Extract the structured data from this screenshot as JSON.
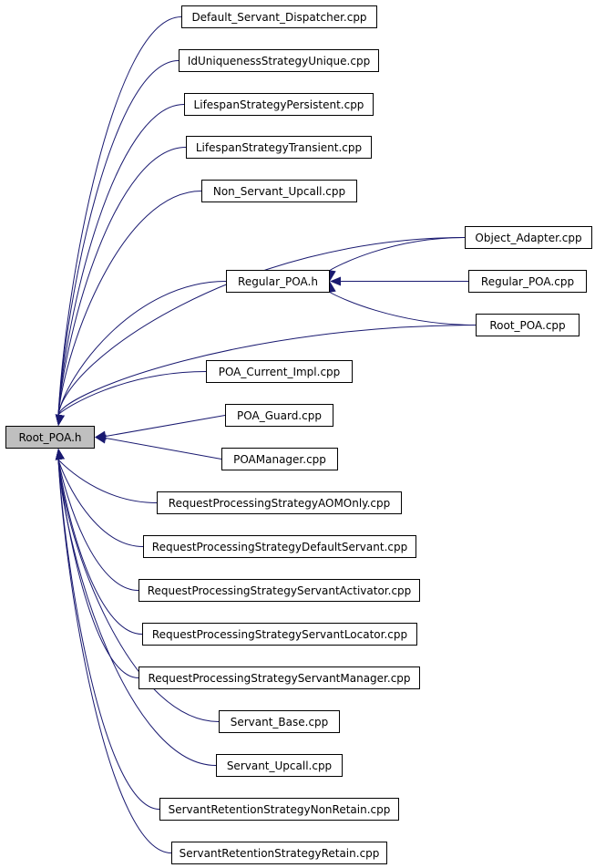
{
  "diagram": {
    "title": "",
    "edge_color": "#191970",
    "root_fill": "#bfbfbf",
    "nodes": [
      {
        "id": "root_poa_h",
        "label": "Root_POA.h",
        "highlight": true
      },
      {
        "id": "default_servant_dispatcher",
        "label": "Default_Servant_Dispatcher.cpp"
      },
      {
        "id": "id_uniqueness_unique",
        "label": "IdUniquenessStrategyUnique.cpp"
      },
      {
        "id": "lifespan_persistent",
        "label": "LifespanStrategyPersistent.cpp"
      },
      {
        "id": "lifespan_transient",
        "label": "LifespanStrategyTransient.cpp"
      },
      {
        "id": "non_servant_upcall",
        "label": "Non_Servant_Upcall.cpp"
      },
      {
        "id": "object_adapter",
        "label": "Object_Adapter.cpp"
      },
      {
        "id": "regular_poa_h",
        "label": "Regular_POA.h"
      },
      {
        "id": "regular_poa_cpp",
        "label": "Regular_POA.cpp"
      },
      {
        "id": "root_poa_cpp",
        "label": "Root_POA.cpp"
      },
      {
        "id": "poa_current_impl",
        "label": "POA_Current_Impl.cpp"
      },
      {
        "id": "poa_guard",
        "label": "POA_Guard.cpp"
      },
      {
        "id": "poamanager",
        "label": "POAManager.cpp"
      },
      {
        "id": "rps_aom_only",
        "label": "RequestProcessingStrategyAOMOnly.cpp"
      },
      {
        "id": "rps_default_servant",
        "label": "RequestProcessingStrategyDefaultServant.cpp"
      },
      {
        "id": "rps_servant_activator",
        "label": "RequestProcessingStrategyServantActivator.cpp"
      },
      {
        "id": "rps_servant_locator",
        "label": "RequestProcessingStrategyServantLocator.cpp"
      },
      {
        "id": "rps_servant_manager",
        "label": "RequestProcessingStrategyServantManager.cpp"
      },
      {
        "id": "servant_base",
        "label": "Servant_Base.cpp"
      },
      {
        "id": "servant_upcall",
        "label": "Servant_Upcall.cpp"
      },
      {
        "id": "srs_non_retain",
        "label": "ServantRetentionStrategyNonRetain.cpp"
      },
      {
        "id": "srs_retain",
        "label": "ServantRetentionStrategyRetain.cpp"
      }
    ],
    "edges": [
      {
        "from": "default_servant_dispatcher",
        "to": "root_poa_h"
      },
      {
        "from": "id_uniqueness_unique",
        "to": "root_poa_h"
      },
      {
        "from": "lifespan_persistent",
        "to": "root_poa_h"
      },
      {
        "from": "lifespan_transient",
        "to": "root_poa_h"
      },
      {
        "from": "non_servant_upcall",
        "to": "root_poa_h"
      },
      {
        "from": "object_adapter",
        "to": "root_poa_h"
      },
      {
        "from": "regular_poa_h",
        "to": "root_poa_h"
      },
      {
        "from": "root_poa_cpp",
        "to": "root_poa_h"
      },
      {
        "from": "poa_current_impl",
        "to": "root_poa_h"
      },
      {
        "from": "poa_guard",
        "to": "root_poa_h"
      },
      {
        "from": "poamanager",
        "to": "root_poa_h"
      },
      {
        "from": "rps_aom_only",
        "to": "root_poa_h"
      },
      {
        "from": "rps_default_servant",
        "to": "root_poa_h"
      },
      {
        "from": "rps_servant_activator",
        "to": "root_poa_h"
      },
      {
        "from": "rps_servant_locator",
        "to": "root_poa_h"
      },
      {
        "from": "rps_servant_manager",
        "to": "root_poa_h"
      },
      {
        "from": "servant_base",
        "to": "root_poa_h"
      },
      {
        "from": "servant_upcall",
        "to": "root_poa_h"
      },
      {
        "from": "srs_non_retain",
        "to": "root_poa_h"
      },
      {
        "from": "srs_retain",
        "to": "root_poa_h"
      },
      {
        "from": "object_adapter",
        "to": "regular_poa_h"
      },
      {
        "from": "regular_poa_cpp",
        "to": "regular_poa_h"
      },
      {
        "from": "root_poa_cpp",
        "to": "regular_poa_h"
      }
    ]
  }
}
